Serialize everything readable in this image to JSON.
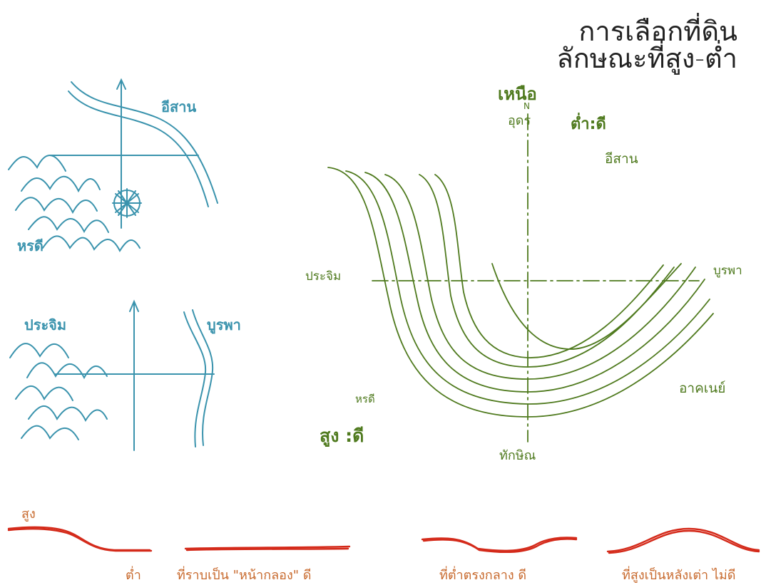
{
  "title": {
    "line1": "การเลือกที่ดิน",
    "line2": "ลักษณะที่สูง-ต่ำ"
  },
  "sketch_top_left": {
    "label_northeast": "อีสาน",
    "label_southwest": "หรดี"
  },
  "sketch_bottom_left": {
    "label_west": "ประจิม",
    "label_east": "บูรพา"
  },
  "contour_map": {
    "label_north_thai": "เหนือ",
    "label_n": "N",
    "label_north_direction": "อุดร",
    "label_low_good": "ต่ำ:ดี",
    "label_northeast": "อีสาน",
    "label_west": "ประจิม",
    "label_east": "บูรพา",
    "label_southeast": "อาคเนย์",
    "label_southwest": "หรดี",
    "label_high_good": "สูง :ดี",
    "label_south": "ทักษิณ"
  },
  "profiles": {
    "label_high": "สูง",
    "label_low": "ต่ำ",
    "caption_flat": "ที่ราบเป็น \"หน้ากลอง\" ดี",
    "caption_low_center": "ที่ต่ำตรงกลาง ดี",
    "caption_turtle_back": "ที่สูงเป็นหลังเต่า ไม่ดี"
  },
  "colors": {
    "blue": "#3a93ad",
    "green": "#4f7a1e",
    "red": "#d42a1a"
  }
}
